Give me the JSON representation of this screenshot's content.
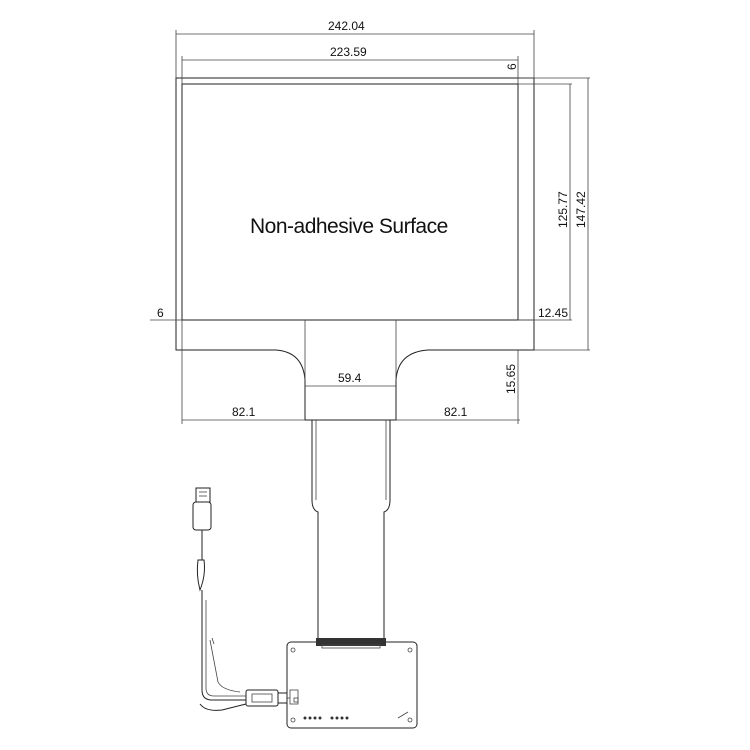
{
  "diagram": {
    "surface_label": "Non-adhesive Surface",
    "dimensions": {
      "overall_width": "242.04",
      "inner_width": "223.59",
      "top_margin": "6",
      "left_margin": "6",
      "inner_height": "125.77",
      "overall_height": "147.42",
      "bottom_margin": "12.45",
      "tail_height": "15.65",
      "tail_width": "59.4",
      "left_offset": "82.1",
      "right_offset": "82.1"
    },
    "colors": {
      "line": "#222222",
      "background": "#ffffff"
    }
  }
}
